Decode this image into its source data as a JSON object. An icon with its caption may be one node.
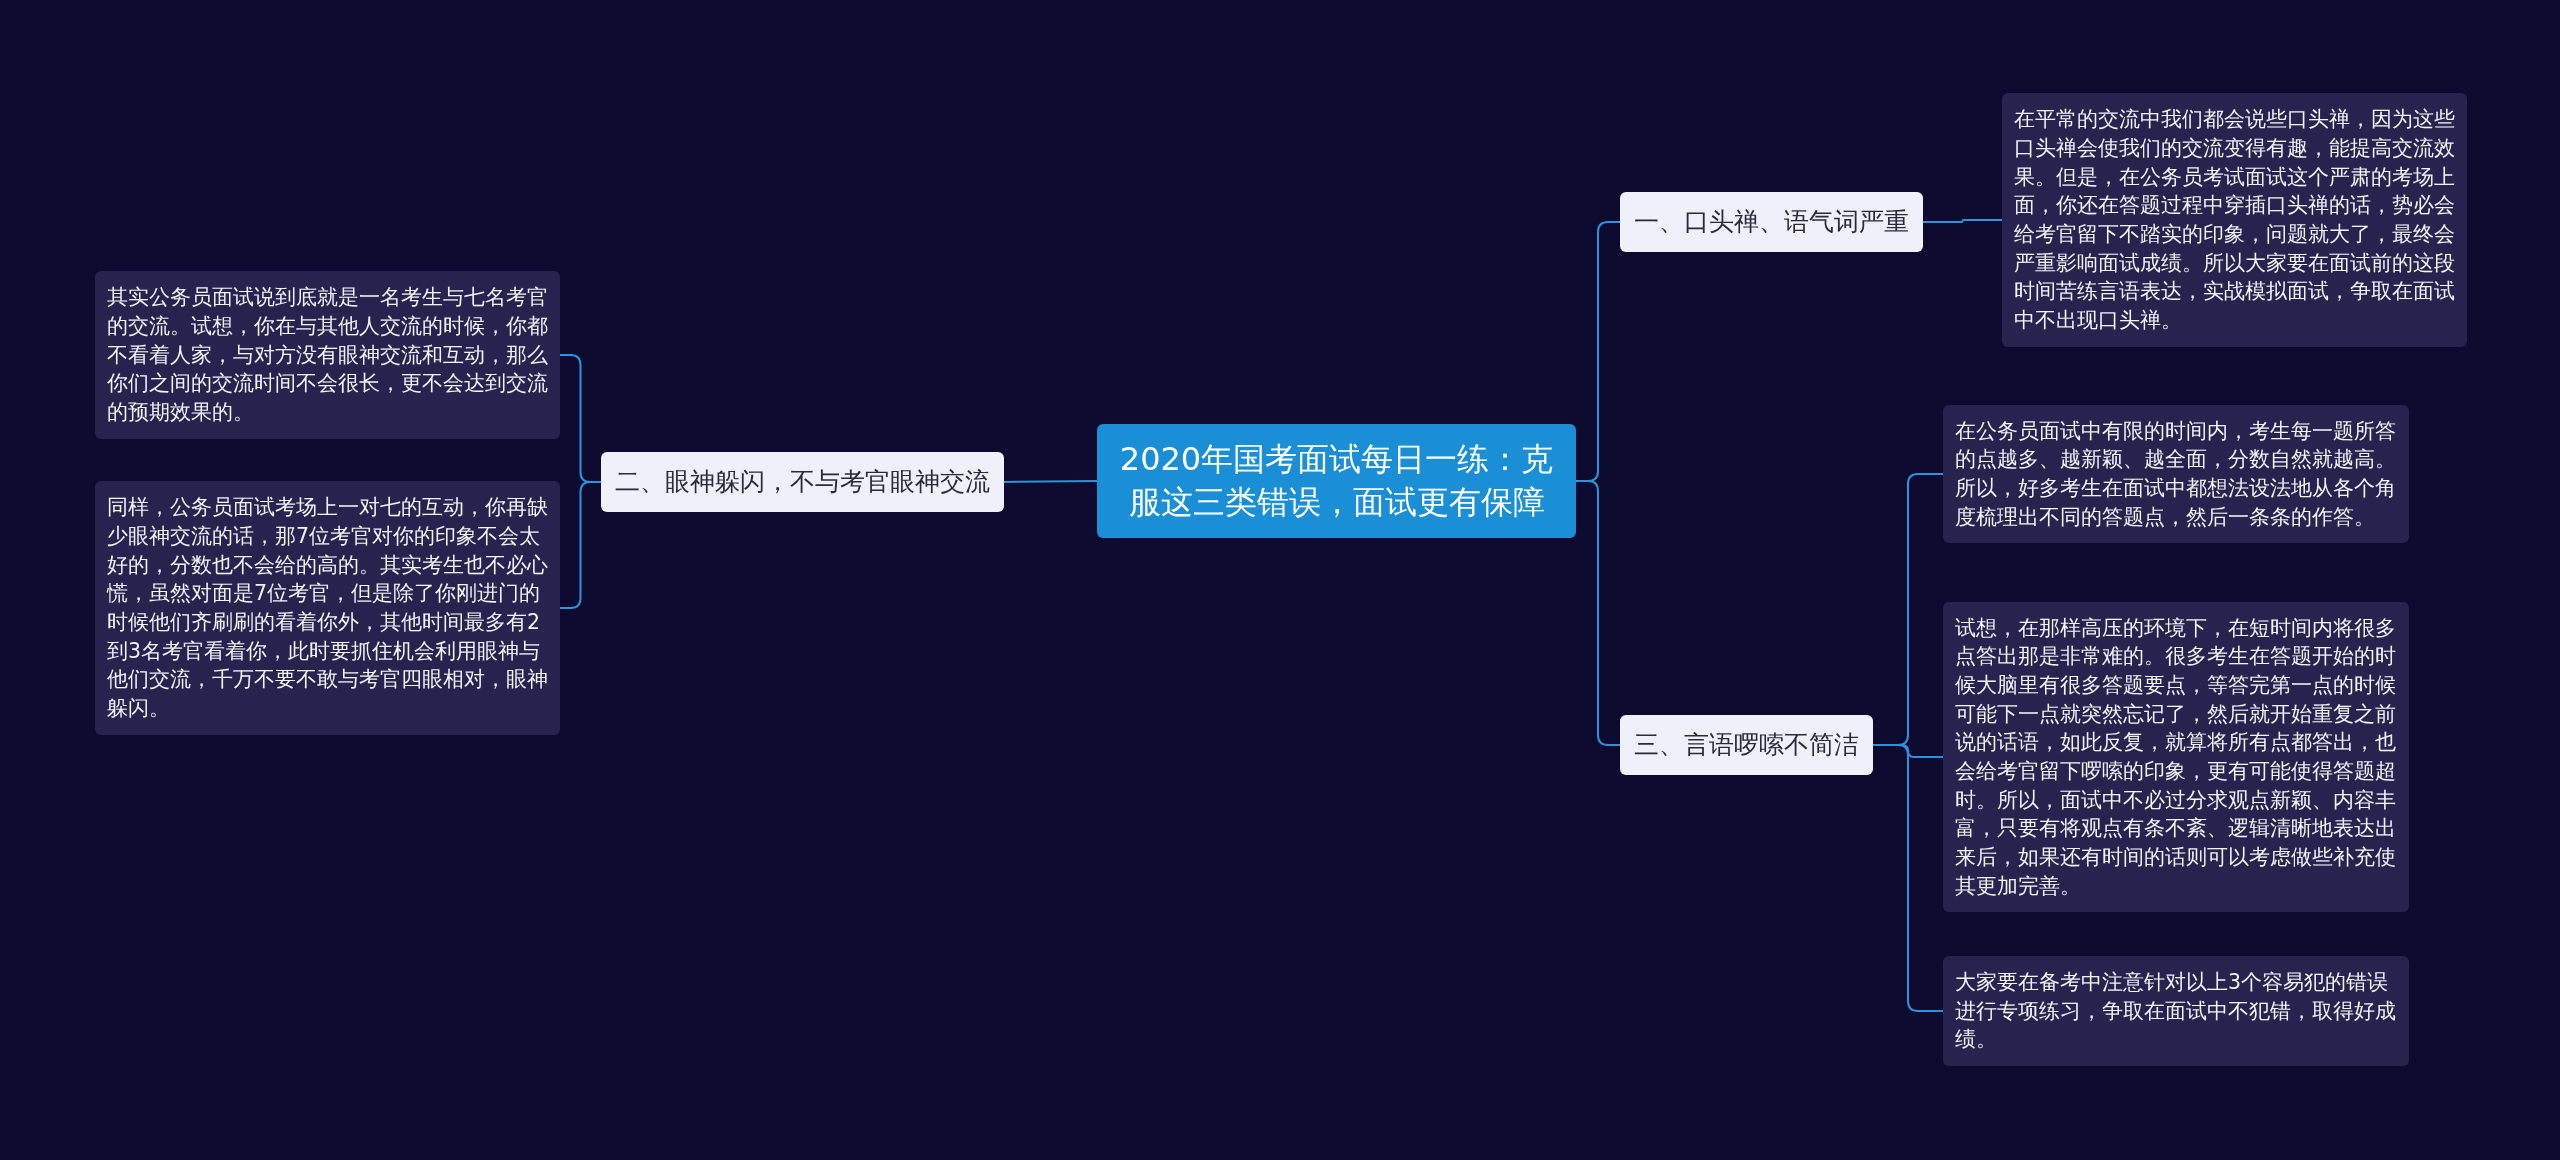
{
  "diagram": {
    "nodes": [
      {
        "text": [
          "2020年国考面试每日一练：克服这三类错误，面试更有保障"
        ]
      },
      {
        "text": [
          "一、口头禅、语气词严重"
        ]
      },
      {
        "text": [
          "在平常的交流中我们都会说些口头禅，因为这些口头禅会使我们的交流变得有趣，能提高交流效果。但是，在公务员考试面试这个严肃的考场上面，你还在答题过程中穿插口头禅的话，势必会给考官留下不踏实的印象，问题就大了，最终会严重影响面试成绩。所以大家要在面试前的这段时间苦练言语表达，实战模拟面试，争取在面试中不出现口头禅。"
        ]
      },
      {
        "text": [
          "二、眼神躲闪，不与考官眼神交流"
        ]
      },
      {
        "text": [
          "其实公务员面试说到底就是一名考生与七名考官的交流。试想，你在与其他人交流的时候，你都不看着人家，与对方没有眼神交流和互动，那么你们之间的交流时间不会很长，更不会达到交流的预期效果的。"
        ]
      },
      {
        "text": [
          "同样，公务员面试考场上一对七的互动，你再缺少眼神交流的话，那7位考官对你的印象不会太好的，分数也不会给的高的。其实考生也不必心慌，虽然对面是7位考官，但是除了你刚进门的时候他们齐刷刷的看着你外，其他时间最多有2到3名考官看着你，此时要抓住机会利用眼神与他们交流，千万不要不敢与考官四眼相对，眼神躲闪。"
        ]
      },
      {
        "text": [
          "三、言语啰嗦不简洁"
        ]
      },
      {
        "text": [
          "在公务员面试中有限的时间内，考生每一题所答的点越多、越新颖、越全面，分数自然就越高。所以，好多考生在面试中都想法设法地从各个角度梳理出不同的答题点，然后一条条的作答。"
        ]
      },
      {
        "text": [
          "试想，在那样高压的环境下，在短时间内将很多点答出那是非常难的。很多考生在答题开始的时候大脑里有很多答题要点，等答完第一点的时候可能下一点就突然忘记了，然后就开始重复之前说的话语，如此反复，就算将所有点都答出，也会给考官留下啰嗦的印象，更有可能使得答题超时。所以，面试中不必过分求观点新颖、内容丰富，只要有将观点有条不紊、逻辑清晰地表达出来后，如果还有时间的话则可以考虑做些补充使其更加完善。"
        ]
      },
      {
        "text": [
          "大家要在备考中注意针对以上3个容易犯的错误进行专项练习，争取在面试中不犯错，取得好成绩。"
        ]
      }
    ],
    "edges": [
      {
        "from": 0,
        "to": 1,
        "arrow": "none"
      },
      {
        "from": 1,
        "to": 2,
        "arrow": "none"
      },
      {
        "from": 0,
        "to": 3,
        "arrow": "none"
      },
      {
        "from": 3,
        "to": 4,
        "arrow": "none"
      },
      {
        "from": 3,
        "to": 5,
        "arrow": "none"
      },
      {
        "from": 0,
        "to": 6,
        "arrow": "none"
      },
      {
        "from": 6,
        "to": 7,
        "arrow": "none"
      },
      {
        "from": 6,
        "to": 8,
        "arrow": "none"
      },
      {
        "from": 6,
        "to": 9,
        "arrow": "none"
      }
    ]
  }
}
